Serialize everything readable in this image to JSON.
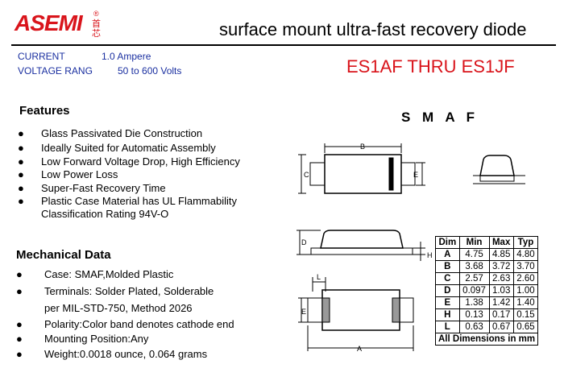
{
  "header": {
    "logo": "ASEMI",
    "logo_registered": "®",
    "logo_chinese": "首芯",
    "title": "surface mount ultra-fast recovery diode"
  },
  "specs": {
    "current_label": "CURRENT",
    "current_value": "1.0  Ampere",
    "voltage_label": "VOLTAGE RANG",
    "voltage_value": "50  to  600  Volts"
  },
  "part_number": "ES1AF THRU ES1JF",
  "features": {
    "heading": "Features",
    "items": [
      "Glass Passivated Die Construction",
      "Ideally Suited for Automatic Assembly",
      "Low Forward Voltage Drop, High Efficiency",
      "Low Power Loss",
      "Super-Fast Recovery Time",
      "Plastic Case Material has UL Flammability",
      "Classification Rating 94V-O"
    ]
  },
  "mechanical": {
    "heading": "Mechanical Data",
    "items": [
      "Case: SMAF,Molded Plastic",
      "Terminals: Solder Plated, Solderable",
      "per MIL-STD-750, Method 2026",
      "Polarity:Color band denotes cathode end",
      "Mounting Position:Any",
      "Weight:0.0018 ounce, 0.064 grams"
    ]
  },
  "package_name": "S M A F",
  "drawing_labels": {
    "A": "A",
    "B": "B",
    "C": "C",
    "D": "D",
    "E": "E",
    "H": "H",
    "L": "L"
  },
  "dimension_table": {
    "headers": [
      "Dim",
      "Min",
      "Max",
      "Typ"
    ],
    "rows": [
      [
        "A",
        "4.75",
        "4.85",
        "4.80"
      ],
      [
        "B",
        "3.68",
        "3.72",
        "3.70"
      ],
      [
        "C",
        "2.57",
        "2.63",
        "2.60"
      ],
      [
        "D",
        "0.097",
        "1.03",
        "1.00"
      ],
      [
        "E",
        "1.38",
        "1.42",
        "1.40"
      ],
      [
        "H",
        "0.13",
        "0.17",
        "0.15"
      ],
      [
        "L",
        "0.63",
        "0.67",
        "0.65"
      ]
    ],
    "footer": "All Dimensions in mm"
  }
}
